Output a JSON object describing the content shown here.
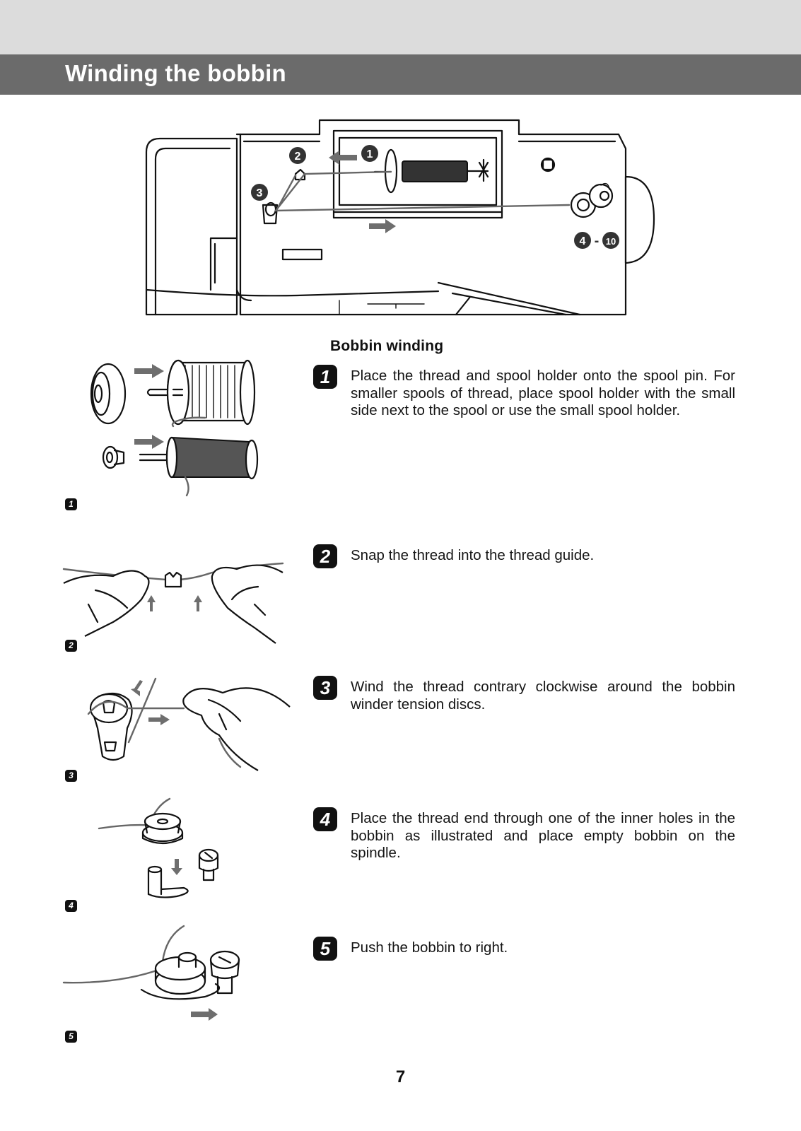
{
  "header": {
    "title": "Winding the bobbin"
  },
  "overview_callouts": {
    "c1": "1",
    "c2": "2",
    "c3": "3",
    "c4": "4",
    "c_dash": "-",
    "c10": "10"
  },
  "section": {
    "heading": "Bobbin winding"
  },
  "steps": [
    {
      "number": "1",
      "text": "Place the thread and spool holder onto the spool pin. For smaller spools of thread, place spool holder with the small side next to the spool or use the small spool holder."
    },
    {
      "number": "2",
      "text": "Snap the thread into the thread guide."
    },
    {
      "number": "3",
      "text": "Wind the thread contrary clockwise around the bobbin winder tension discs."
    },
    {
      "number": "4",
      "text": "Place the thread end through one of the inner holes in the bobbin as illustrated and place empty bobbin on the spindle."
    },
    {
      "number": "5",
      "text": "Push the  bobbin to right."
    }
  ],
  "figure_labels": [
    "1",
    "2",
    "3",
    "4",
    "5"
  ],
  "page": {
    "number": "7"
  },
  "colors": {
    "title_bar": "#6b6b6b",
    "top_band": "#dcdcdc",
    "thread": "#666666",
    "arrow": "#6e6e6e"
  }
}
